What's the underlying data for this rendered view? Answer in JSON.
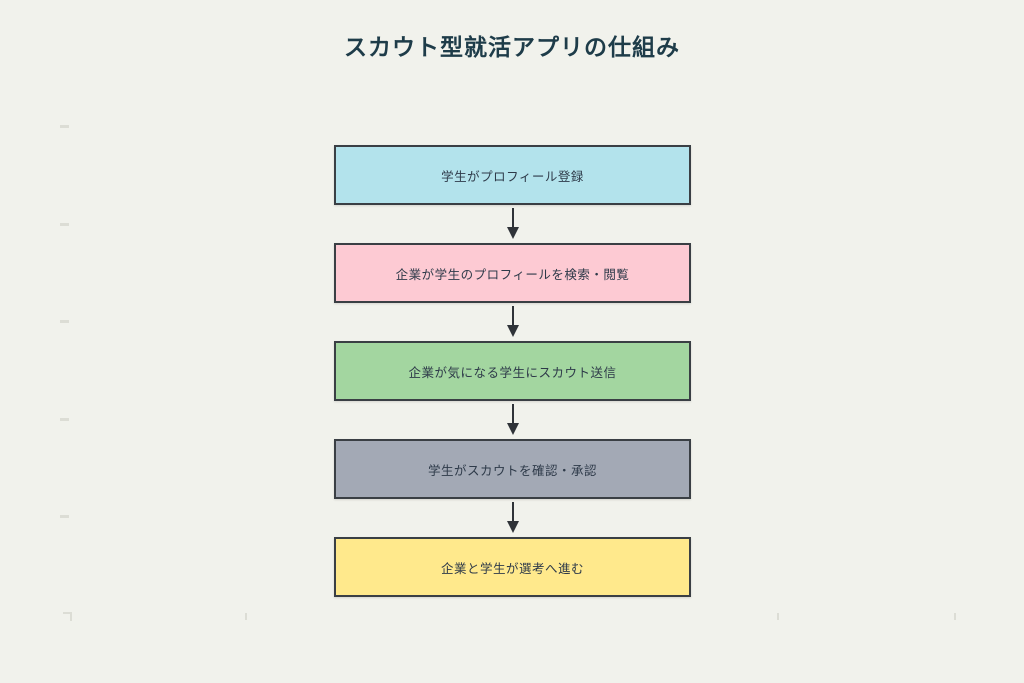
{
  "diagram": {
    "title": "スカウト型就活アプリの仕組み",
    "steps": [
      {
        "label": "学生がプロフィール登録",
        "fill": "#b3e3ec"
      },
      {
        "label": "企業が学生のプロフィールを検索・閲覧",
        "fill": "#fdcad3"
      },
      {
        "label": "企業が気になる学生にスカウト送信",
        "fill": "#a3d6a0"
      },
      {
        "label": "学生がスカウトを確認・承認",
        "fill": "#a3a9b5"
      },
      {
        "label": "企業と学生が選考へ進む",
        "fill": "#ffe98c"
      }
    ],
    "colors": {
      "background": "#f1f2ec",
      "box_border": "#3a3f44",
      "box_text": "#2e3a49",
      "title": "#1e3c49",
      "arrow": "#2f3338",
      "artifact_mark": "#dcddd5"
    }
  }
}
